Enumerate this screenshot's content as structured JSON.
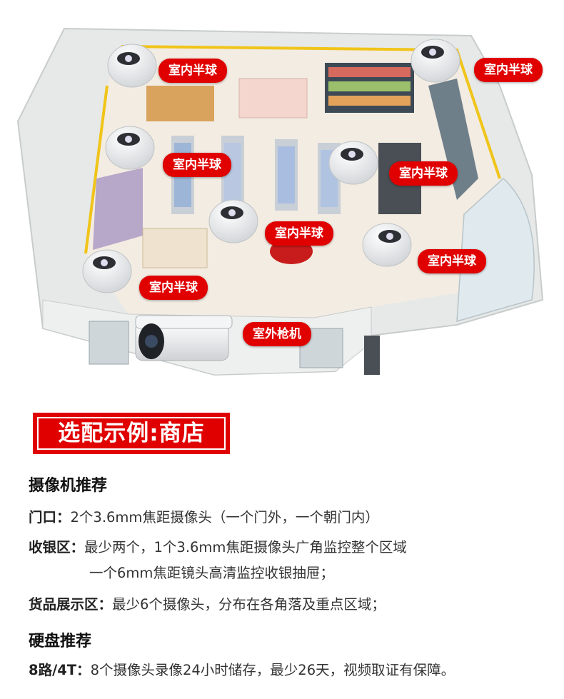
{
  "labels": {
    "dome": "室内半球",
    "bullet": "室外枪机"
  },
  "banner": "选配示例:商店",
  "camera_section": {
    "title": "摄像机推荐",
    "entrance_label": "门口：",
    "entrance_text": "2个3.6mm焦距摄像头（一个门外，一个朝门内）",
    "cashier_label": "收银区：",
    "cashier_text1": "最少两个，1个3.6mm焦距摄像头广角监控整个区域",
    "cashier_text2": "一个6mm焦距镜头高清监控收银抽屉；",
    "display_label": "货品展示区：",
    "display_text": "最少6个摄像头，分布在各角落及重点区域；"
  },
  "disk_section": {
    "title": "硬盘推荐",
    "spec_label": "8路/4T：",
    "spec_text": "8个摄像头录像24小时储存，最少26天，视频取证有保障。"
  },
  "colors": {
    "accent": "#e00000",
    "floor": "#f3ece2",
    "wall": "#e9ecea"
  }
}
